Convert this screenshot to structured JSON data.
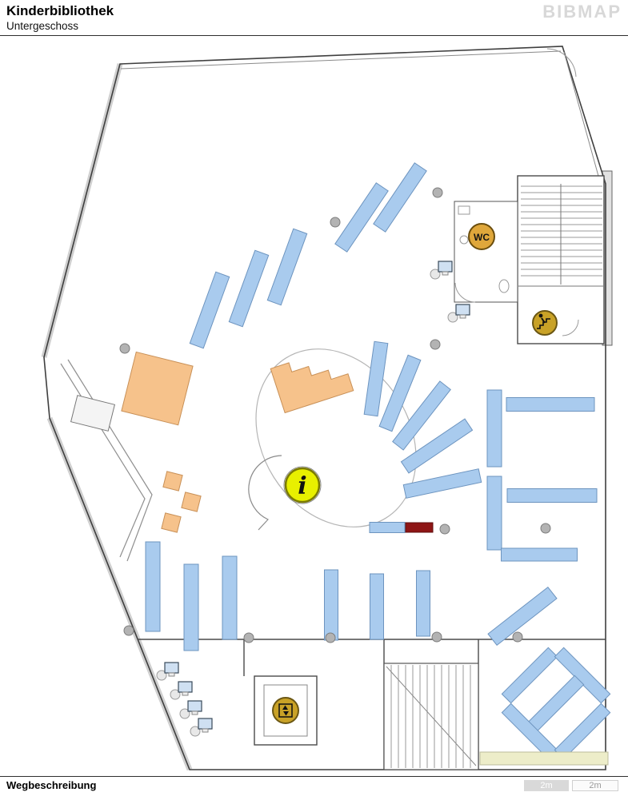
{
  "header": {
    "title": "Kinderbibliothek",
    "subtitle": "Untergeschoss",
    "logo": "BIBMAP"
  },
  "footer": {
    "label": "Wegbeschreibung",
    "scale_labels": [
      "2m",
      "2m"
    ]
  },
  "plan": {
    "info_label": "i",
    "wc_label": "WC",
    "icons": {
      "info": "info-icon",
      "wc": "wc-icon",
      "elevator": "elevator-icon",
      "stairs": "stairs-person-icon"
    },
    "colors": {
      "shelf_blue": "#A9CBEE",
      "shelf_border": "#6D94BF",
      "furniture_orange": "#F6C28B",
      "orange_border": "#C89057",
      "highlight_red": "#8E1515",
      "info_yellow": "#E8F000",
      "badge_gold": "#C9A227",
      "wc_gold": "#DFA73B",
      "floor_beige": "#EDEDC9"
    }
  }
}
